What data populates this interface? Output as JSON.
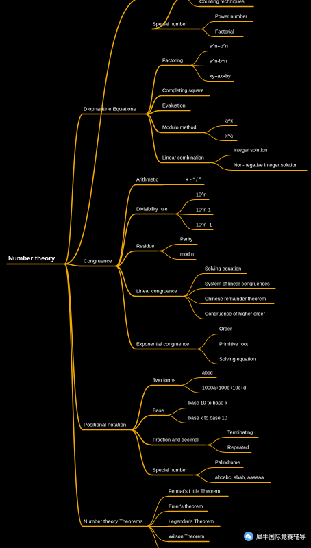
{
  "style": {
    "edge_color": "#f2a900",
    "background": "#000000",
    "text_color": "#ffffff"
  },
  "root": {
    "id": "root",
    "label": "Number theory"
  },
  "nodes": [
    {
      "id": "top-partial",
      "parent": "root",
      "label": ""
    },
    {
      "id": "counting",
      "parent": "top-partial",
      "label": "Counting techniques"
    },
    {
      "id": "special-number",
      "parent": "top-partial",
      "label": "Special number"
    },
    {
      "id": "power-number",
      "parent": "special-number",
      "label": "Power number"
    },
    {
      "id": "factorial",
      "parent": "special-number",
      "label": "Factorial"
    },
    {
      "id": "dioph",
      "parent": "root",
      "label": "Diophantine Equations"
    },
    {
      "id": "factoring",
      "parent": "dioph",
      "label": "Factoring"
    },
    {
      "id": "f1",
      "parent": "factoring",
      "label": "a^n+b^n"
    },
    {
      "id": "f2",
      "parent": "factoring",
      "label": "a^n-b^n"
    },
    {
      "id": "f3",
      "parent": "factoring",
      "label": "xy+ax+by"
    },
    {
      "id": "completing",
      "parent": "dioph",
      "label": "Completing square"
    },
    {
      "id": "evaluation",
      "parent": "dioph",
      "label": "Evaluation"
    },
    {
      "id": "modulo",
      "parent": "dioph",
      "label": "Modulo method"
    },
    {
      "id": "ax",
      "parent": "modulo",
      "label": "a^x"
    },
    {
      "id": "xa",
      "parent": "modulo",
      "label": "x^a"
    },
    {
      "id": "lincomb",
      "parent": "dioph",
      "label": "Linear combination"
    },
    {
      "id": "intsol",
      "parent": "lincomb",
      "label": "Integer solution"
    },
    {
      "id": "nonneg",
      "parent": "lincomb",
      "label": "Non-negative integer solution"
    },
    {
      "id": "congruence",
      "parent": "root",
      "label": "Congruence"
    },
    {
      "id": "arith",
      "parent": "congruence",
      "label": "Arithmetic"
    },
    {
      "id": "ops",
      "parent": "arith",
      "label": "+ - * / ^"
    },
    {
      "id": "divrule",
      "parent": "congruence",
      "label": "Divisibility rule"
    },
    {
      "id": "d1",
      "parent": "divrule",
      "label": "10^n"
    },
    {
      "id": "d2",
      "parent": "divrule",
      "label": "10^n-1"
    },
    {
      "id": "d3",
      "parent": "divrule",
      "label": "10^n+1"
    },
    {
      "id": "residue",
      "parent": "congruence",
      "label": "Residue"
    },
    {
      "id": "parity",
      "parent": "residue",
      "label": "Parity"
    },
    {
      "id": "modn",
      "parent": "residue",
      "label": "mod n"
    },
    {
      "id": "lincong",
      "parent": "congruence",
      "label": "Linear congruence"
    },
    {
      "id": "solveq",
      "parent": "lincong",
      "label": "Solving equation"
    },
    {
      "id": "system",
      "parent": "lincong",
      "label": "System of linear congruences"
    },
    {
      "id": "crt",
      "parent": "lincong",
      "label": "Chinese remainder theorem"
    },
    {
      "id": "higher",
      "parent": "lincong",
      "label": "Congruence of higher order"
    },
    {
      "id": "expcong",
      "parent": "congruence",
      "label": "Exponential congruence"
    },
    {
      "id": "order",
      "parent": "expcong",
      "label": "Order"
    },
    {
      "id": "primroot",
      "parent": "expcong",
      "label": "Primitive root"
    },
    {
      "id": "solveq2",
      "parent": "expcong",
      "label": "Solving equation"
    },
    {
      "id": "positional",
      "parent": "root",
      "label": "Positional notation"
    },
    {
      "id": "twoforms",
      "parent": "positional",
      "label": "Two forms"
    },
    {
      "id": "abcd",
      "parent": "twoforms",
      "label": "abcd"
    },
    {
      "id": "expand",
      "parent": "twoforms",
      "label": "1000a+100b+10c+d"
    },
    {
      "id": "base",
      "parent": "positional",
      "label": "Base"
    },
    {
      "id": "b10k",
      "parent": "base",
      "label": "base 10 to base k"
    },
    {
      "id": "bk10",
      "parent": "base",
      "label": "base k to base 10"
    },
    {
      "id": "fracdec",
      "parent": "positional",
      "label": "Fraction and decimal"
    },
    {
      "id": "term",
      "parent": "fracdec",
      "label": "Terminating"
    },
    {
      "id": "repeat",
      "parent": "fracdec",
      "label": "Repeated"
    },
    {
      "id": "specnum",
      "parent": "positional",
      "label": "Special number"
    },
    {
      "id": "palin",
      "parent": "specnum",
      "label": "Palindrome"
    },
    {
      "id": "abcabc",
      "parent": "specnum",
      "label": "abcabc, abab, aaaaaa"
    },
    {
      "id": "theorems",
      "parent": "root",
      "label": "Number theory Theorems"
    },
    {
      "id": "fermat",
      "parent": "theorems",
      "label": "Fermat's Little Theorem"
    },
    {
      "id": "euler",
      "parent": "theorems",
      "label": "Euler's theorem"
    },
    {
      "id": "legendre",
      "parent": "theorems",
      "label": "Legendre's Theorem"
    },
    {
      "id": "wilson",
      "parent": "theorems",
      "label": "Wilson Theorem"
    },
    {
      "id": "bottom-partial",
      "parent": "theorems",
      "label": ""
    }
  ],
  "watermark": {
    "text": "犀牛国际竞赛辅导",
    "icon": "wechat-icon"
  }
}
